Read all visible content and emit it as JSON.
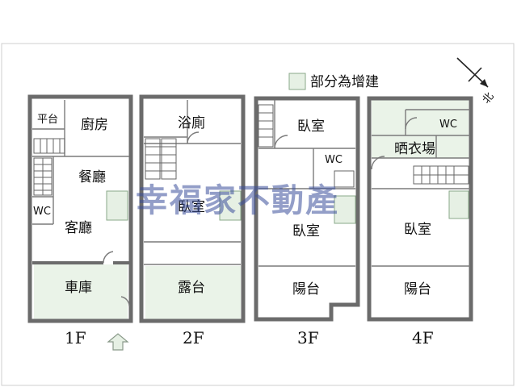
{
  "legend": {
    "label": "部分為增建",
    "swatch_color": "#e6f0e4"
  },
  "compass": {
    "label": "北"
  },
  "watermark": "幸福家不動產",
  "floors": [
    {
      "label": "1F",
      "rooms": [
        "平台",
        "廚房",
        "餐廳",
        "WC",
        "客廳",
        "車庫"
      ]
    },
    {
      "label": "2F",
      "rooms": [
        "浴廁",
        "臥室",
        "露台"
      ]
    },
    {
      "label": "3F",
      "rooms": [
        "臥室",
        "WC",
        "臥室",
        "陽台"
      ]
    },
    {
      "label": "4F",
      "rooms": [
        "WC",
        "晒衣場",
        "臥室",
        "陽台"
      ]
    }
  ],
  "entrance_arrow_color": "#e6f0e4"
}
